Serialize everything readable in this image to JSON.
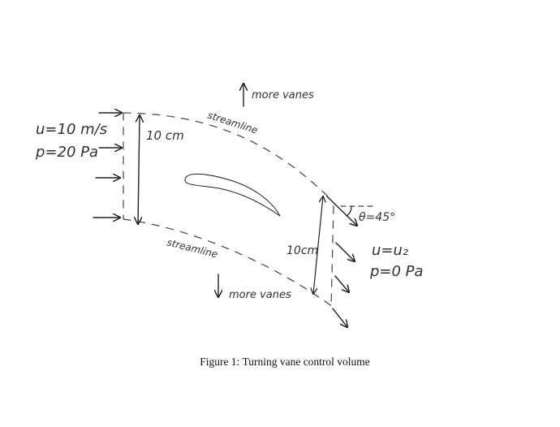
{
  "figure": {
    "caption": "Figure 1: Turning vane control volume",
    "labels": {
      "inlet_velocity": "u=10 m/s",
      "inlet_pressure": "p=20 Pa",
      "inlet_height": "10 cm",
      "outlet_height": "10cm",
      "outlet_angle": "θ=45°",
      "outlet_velocity": "u=u₂",
      "outlet_pressure": "p=0 Pa",
      "upper_streamline": "streamline",
      "lower_streamline": "streamline",
      "more_vanes_top": "more vanes",
      "more_vanes_bottom": "more vanes"
    },
    "colors": {
      "ink": "#222222",
      "background": "#ffffff"
    }
  }
}
